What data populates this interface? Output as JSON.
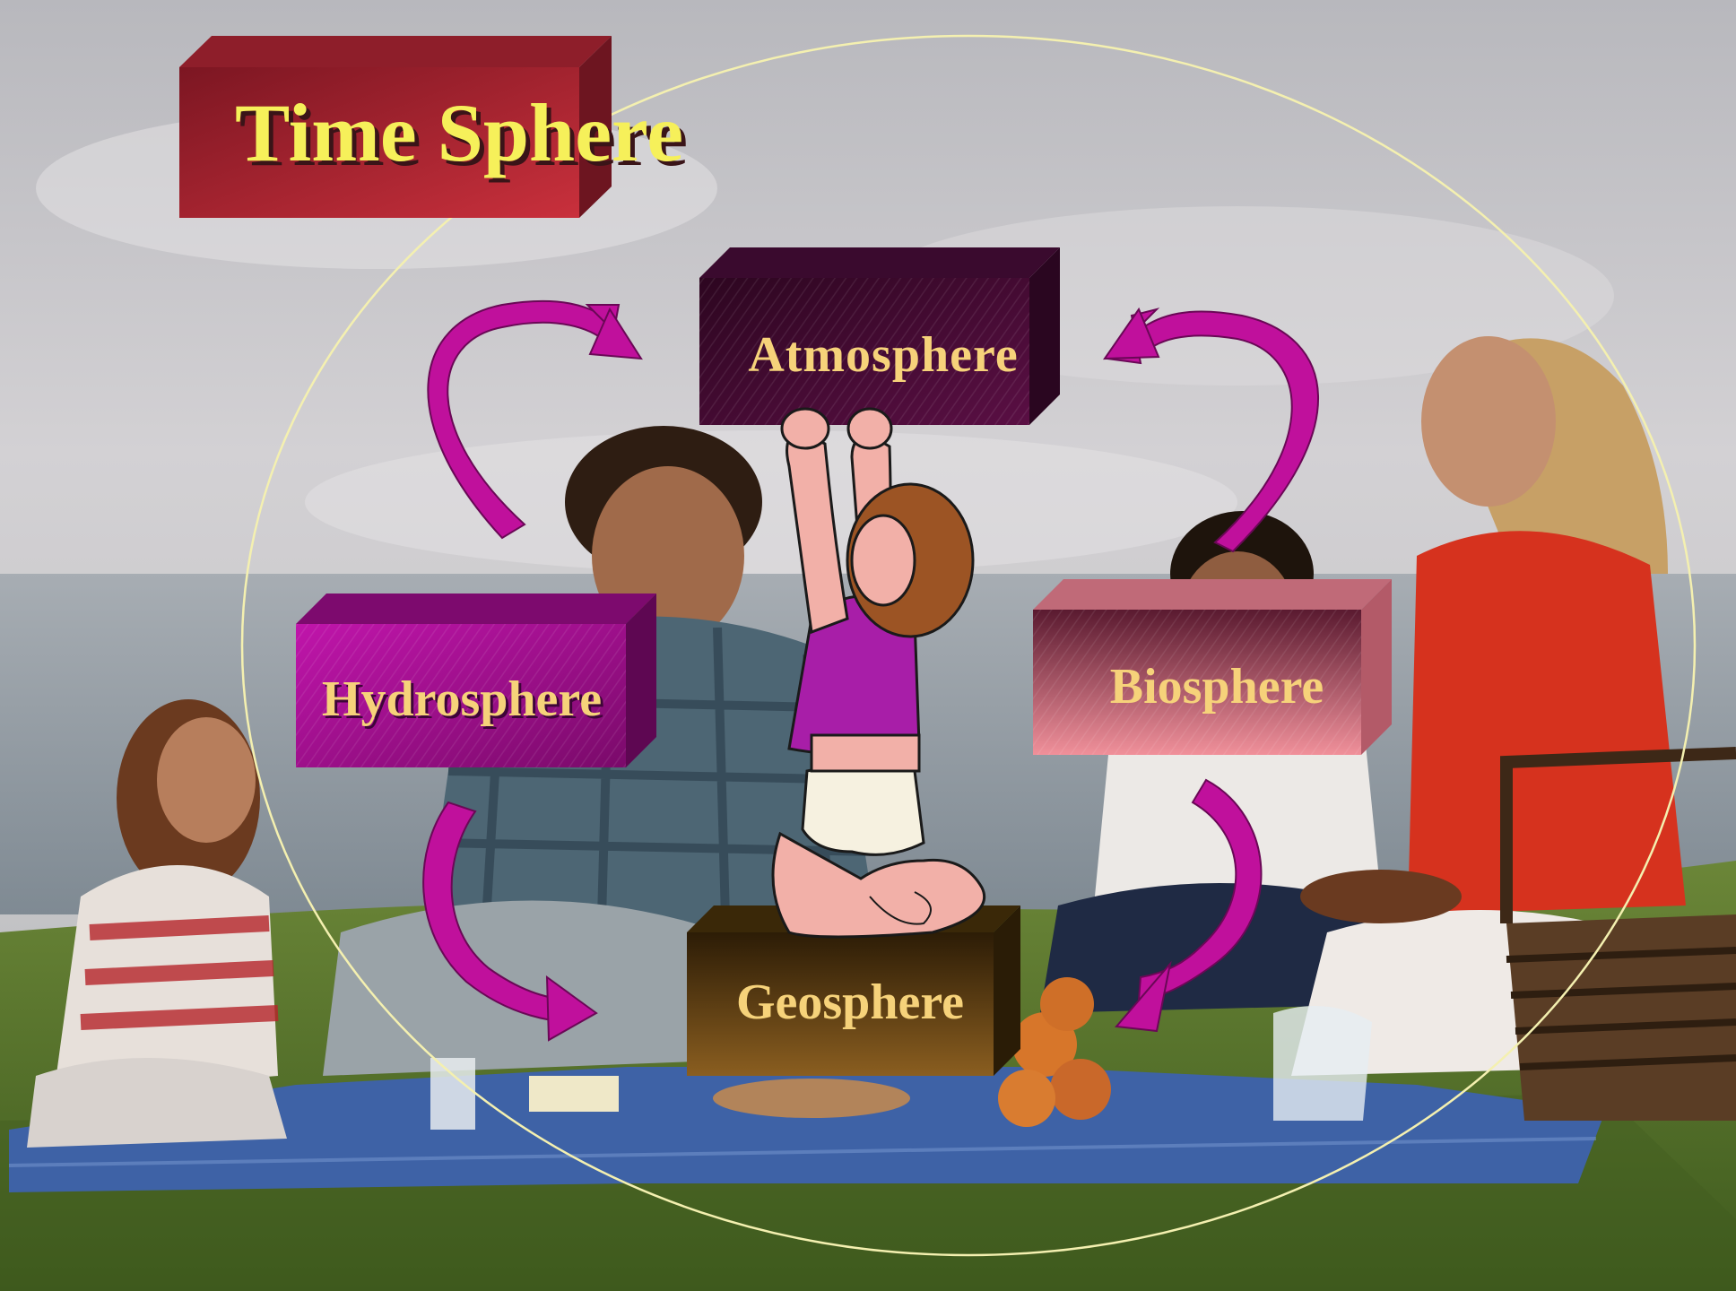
{
  "diagram": {
    "title": "Time Sphere",
    "spheres": {
      "atmosphere": "Atmosphere",
      "hydrosphere": "Hydrosphere",
      "biosphere": "Biosphere",
      "geosphere": "Geosphere"
    },
    "colors": {
      "title_box": "#a3232f",
      "title_text": "#f6f05a",
      "atmosphere_box": "#4a0a38",
      "hydrosphere_box": "#a0128c",
      "biosphere_box": "#d4707e",
      "geosphere_box": "#5a3c10",
      "label_text": "#f6d27a",
      "arrow": "#c0109c",
      "orbit": "#f4f0b0"
    },
    "photo": {
      "sky": "#c7c6c8",
      "sea": "#9aa2aa",
      "grass": "#4f6f2a",
      "blanket": "#3e62a6"
    }
  }
}
